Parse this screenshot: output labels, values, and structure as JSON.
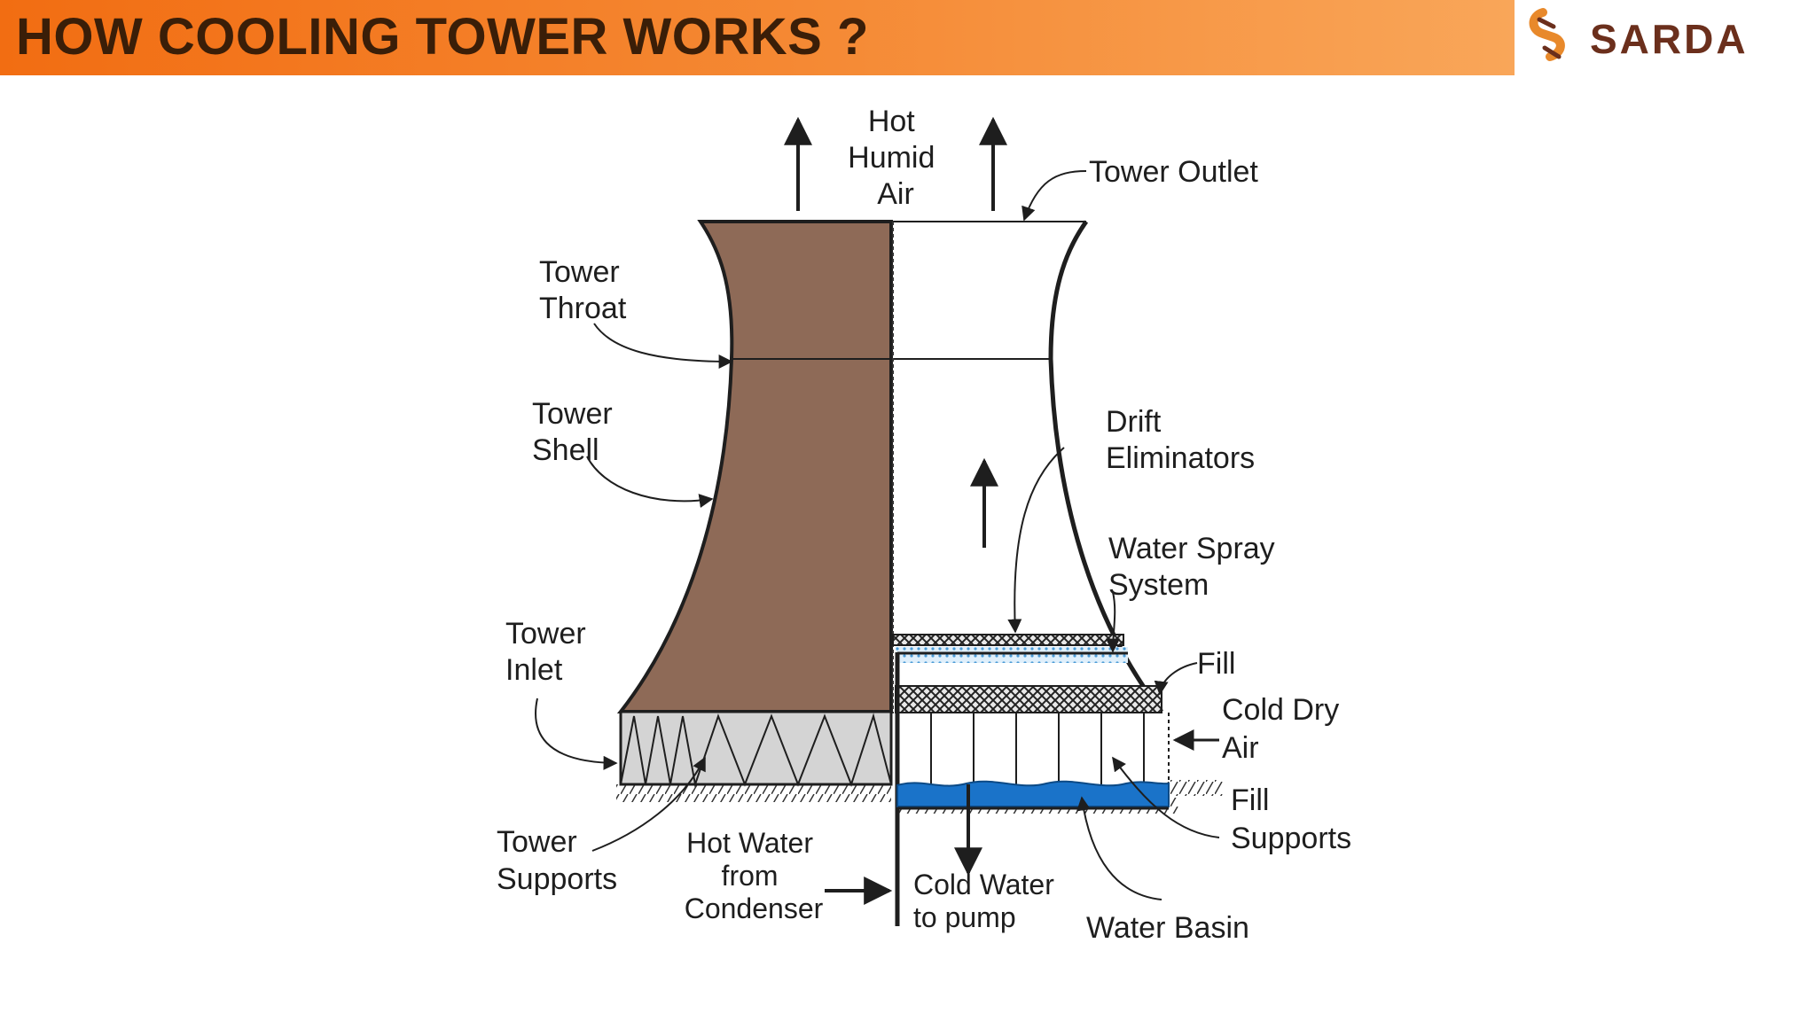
{
  "header": {
    "title": "HOW COOLING TOWER WORKS ?"
  },
  "logo": {
    "text": "SARDA",
    "colors": {
      "mark": "#e8892b",
      "text": "#6b2f1c"
    }
  },
  "diagram": {
    "labels": {
      "hot_humid_air": [
        "Hot",
        "Humid",
        "Air"
      ],
      "tower_outlet": [
        "Tower Outlet"
      ],
      "tower_throat": [
        "Tower",
        "Throat"
      ],
      "tower_shell": [
        "Tower",
        "Shell"
      ],
      "drift_eliminators": [
        "Drift",
        "Eliminators"
      ],
      "water_spray_system": [
        "Water Spray",
        "System"
      ],
      "fill": [
        "Fill"
      ],
      "cold_dry_air": [
        "Cold Dry",
        "Air"
      ],
      "tower_inlet": [
        "Tower",
        "Inlet"
      ],
      "fill_supports": [
        "Fill",
        "Supports"
      ],
      "tower_supports": [
        "Tower",
        "Supports"
      ],
      "hot_water_from_condenser": [
        "Hot Water",
        "from",
        "Condenser"
      ],
      "cold_water_to_pump": [
        "Cold Water",
        "to pump"
      ],
      "water_basin": [
        "Water Basin"
      ]
    },
    "colors": {
      "shell_section": "#8e6a57",
      "inlet_panel": "#d4d4d4",
      "water": "#1a73c9",
      "header_gradient_start": "#f26d12",
      "header_gradient_end": "#f9a659"
    }
  }
}
